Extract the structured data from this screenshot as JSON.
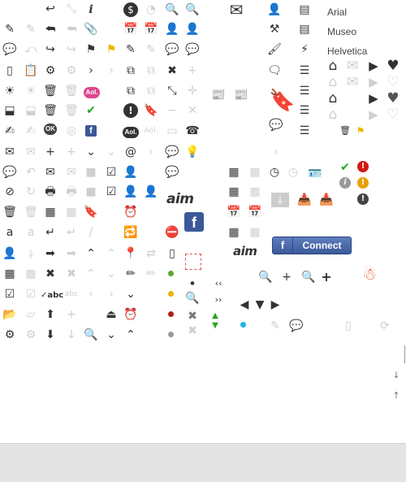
{
  "fonts": {
    "arial": "Arial",
    "museo": "Museo",
    "helvetica": "Helvetica"
  },
  "facebook": {
    "connect_label": "Connect",
    "f_glyph": "f"
  },
  "aim": {
    "logo_text": "aim"
  },
  "colors": {
    "facebook_blue": "#3b5998",
    "success_green": "#23a623",
    "error_red": "#d01b12",
    "warning_orange": "#e8a000",
    "flag_yellow": "#f0b400",
    "info_cyan": "#1ab4e8",
    "aol_pink": "#e0458f",
    "footer_gray": "#e4e4e4"
  },
  "badges": {
    "aol": "Aol.",
    "ok": "OK",
    "abc": "abc"
  },
  "status_dots": [
    "green",
    "yellow",
    "red",
    "gray"
  ]
}
